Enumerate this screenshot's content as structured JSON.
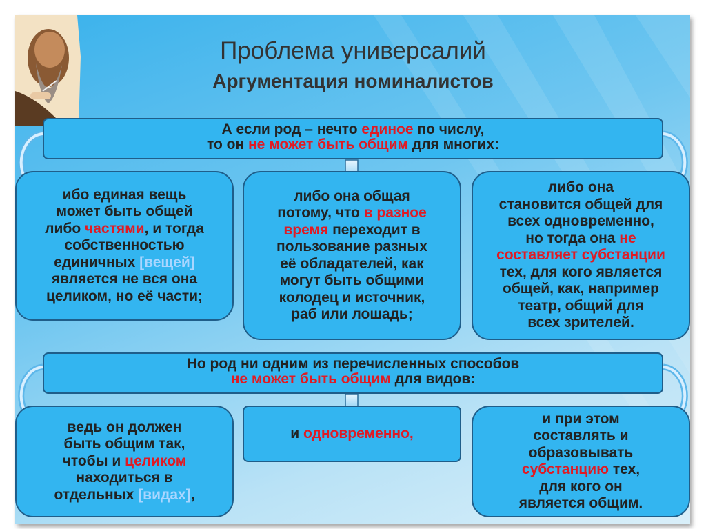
{
  "title": "Проблема универсалий",
  "subtitle": "Аргументация номиналистов",
  "banner1": {
    "l1a": "А если род – нечто ",
    "l1b": "единое",
    "l1c": " по числу,",
    "l2a": "то он ",
    "l2b": "не может быть общим",
    "l2c": " для многих:"
  },
  "box1": {
    "l1": "ибо единая вещь",
    "l2": "может быть общей",
    "l3a": "либо ",
    "l3b": "частями",
    "l3c": ", и тогда",
    "l4": "собственностью",
    "l5a": "единичных ",
    "l5b": "[вещей]",
    "l6": "является не вся она",
    "l7": "целиком, но её части;"
  },
  "box2": {
    "l1": "либо она общая",
    "l2a": "потому, что ",
    "l2b": "в разное",
    "l3a": "время",
    "l3b": " переходит в",
    "l4": "пользование разных",
    "l5": "её обладателей, как",
    "l6": "могут быть общими",
    "l7": "колодец и источник,",
    "l8": "раб или лошадь;"
  },
  "box3": {
    "l1": "либо она",
    "l2": "становится общей для",
    "l3": "всех одновременно,",
    "l4a": "но тогда она ",
    "l4b": "не",
    "l5": "составляет субстанции",
    "l6": "тех, для кого является",
    "l7": "общей, как, например",
    "l8": "театр, общий для",
    "l9": "всех зрителей."
  },
  "banner2": {
    "l1": "Но род ни одним из перечисленных способов",
    "l2a": "не может быть общим",
    "l2b": " для видов:"
  },
  "box4": {
    "l1": "ведь он должен",
    "l2": "быть общим так,",
    "l3a": "чтобы и ",
    "l3b": "целиком",
    "l4": "находиться в",
    "l5a": "отдельных ",
    "l5b": "[видах]",
    "l5c": ","
  },
  "box5": {
    "a": "и ",
    "b": "одновременно,"
  },
  "box6": {
    "l1": "и при этом",
    "l2": "составлять и",
    "l3": "образовывать",
    "l4a": "субстанцию",
    "l4b": " тех,",
    "l5": "для кого он",
    "l6": "является общим."
  },
  "colors": {
    "box": "#33b5f0",
    "border": "#1f5e8a",
    "highlight": "#e01b24",
    "bracket": "#a9d6ff"
  }
}
